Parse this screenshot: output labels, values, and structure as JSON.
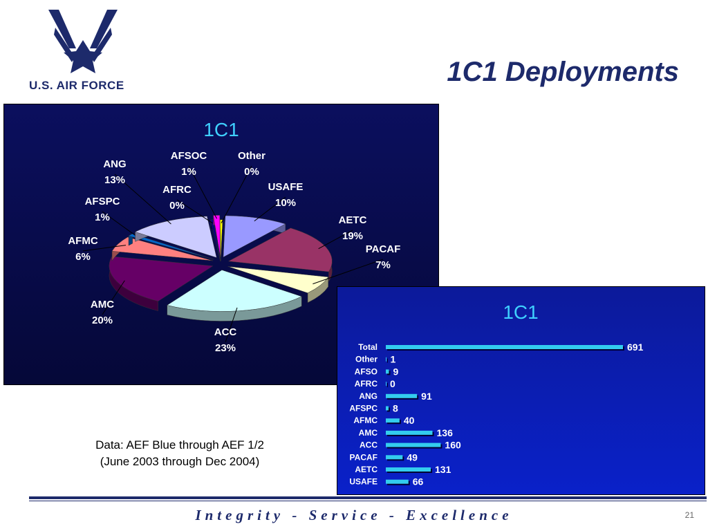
{
  "header": {
    "logo_text": "U.S. AIR FORCE",
    "title": "1C1 Deployments"
  },
  "note": {
    "line1": "Data: AEF Blue through AEF 1/2",
    "line2": "(June 2003 through Dec 2004)"
  },
  "footer": {
    "motto": "Integrity - Service - Excellence",
    "page_number": "21"
  },
  "colors": {
    "brand_navy": "#1d2a6b",
    "pie_bg": "#0b0f5e",
    "bar_bg": "#0a21c9",
    "chart_title": "#3fd0ff",
    "bar_fill": "#33ccee"
  },
  "chart_data": [
    {
      "type": "pie",
      "title": "1C1",
      "slices": [
        {
          "label": "USAFE",
          "value_label": "10%",
          "value": 10,
          "color": "#9999ff"
        },
        {
          "label": "AETC",
          "value_label": "19%",
          "value": 19,
          "color": "#993366"
        },
        {
          "label": "PACAF",
          "value_label": "7%",
          "value": 7,
          "color": "#ffffcc"
        },
        {
          "label": "ACC",
          "value_label": "23%",
          "value": 23,
          "color": "#ccffff"
        },
        {
          "label": "AMC",
          "value_label": "20%",
          "value": 20,
          "color": "#660066"
        },
        {
          "label": "AFMC",
          "value_label": "6%",
          "value": 6,
          "color": "#ff8080"
        },
        {
          "label": "AFSPC",
          "value_label": "1%",
          "value": 1,
          "color": "#0066cc"
        },
        {
          "label": "ANG",
          "value_label": "13%",
          "value": 13,
          "color": "#ccccff"
        },
        {
          "label": "AFRC",
          "value_label": "0%",
          "value": 0,
          "color": "#000080"
        },
        {
          "label": "AFSOC",
          "value_label": "1%",
          "value": 1,
          "color": "#ff00ff"
        },
        {
          "label": "Other",
          "value_label": "0%",
          "value": 0,
          "color": "#ffff00"
        }
      ]
    },
    {
      "type": "bar",
      "orientation": "horizontal",
      "title": "1C1",
      "categories": [
        "Total",
        "Other",
        "AFSO",
        "AFRC",
        "ANG",
        "AFSPC",
        "AFMC",
        "AMC",
        "ACC",
        "PACAF",
        "AETC",
        "USAFE"
      ],
      "values": [
        691,
        1,
        9,
        0,
        91,
        8,
        40,
        136,
        160,
        49,
        131,
        66
      ],
      "xlim": [
        0,
        691
      ]
    }
  ]
}
